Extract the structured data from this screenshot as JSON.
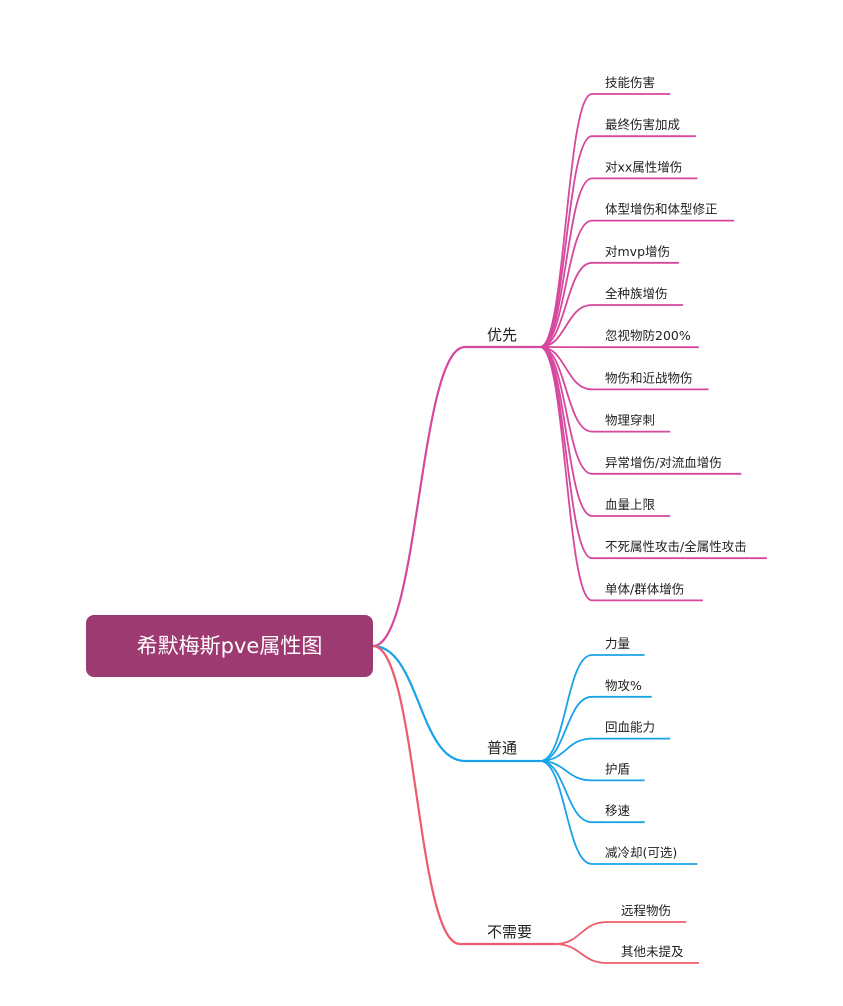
{
  "root": {
    "label": "希默梅斯pve属性图",
    "color": "#9e3a72"
  },
  "branches": [
    {
      "key": "priority",
      "label": "优先",
      "color": "#d6479e",
      "leaves": [
        "技能伤害",
        "最终伤害加成",
        "对xx属性增伤",
        "体型增伤和体型修正",
        "对mvp增伤",
        "全种族增伤",
        "忽视物防200%",
        "物伤和近战物伤",
        "物理穿刺",
        "异常增伤/对流血增伤",
        "血量上限",
        "不死属性攻击/全属性攻击",
        "单体/群体增伤"
      ]
    },
    {
      "key": "normal",
      "label": "普通",
      "color": "#1aa3e8",
      "leaves": [
        "力量",
        "物攻%",
        "回血能力",
        "护盾",
        "移速",
        "减冷却(可选)"
      ]
    },
    {
      "key": "unneeded",
      "label": "不需要",
      "color": "#ee5b6b",
      "leaves": [
        "远程物伤",
        "其他未提及"
      ]
    }
  ]
}
